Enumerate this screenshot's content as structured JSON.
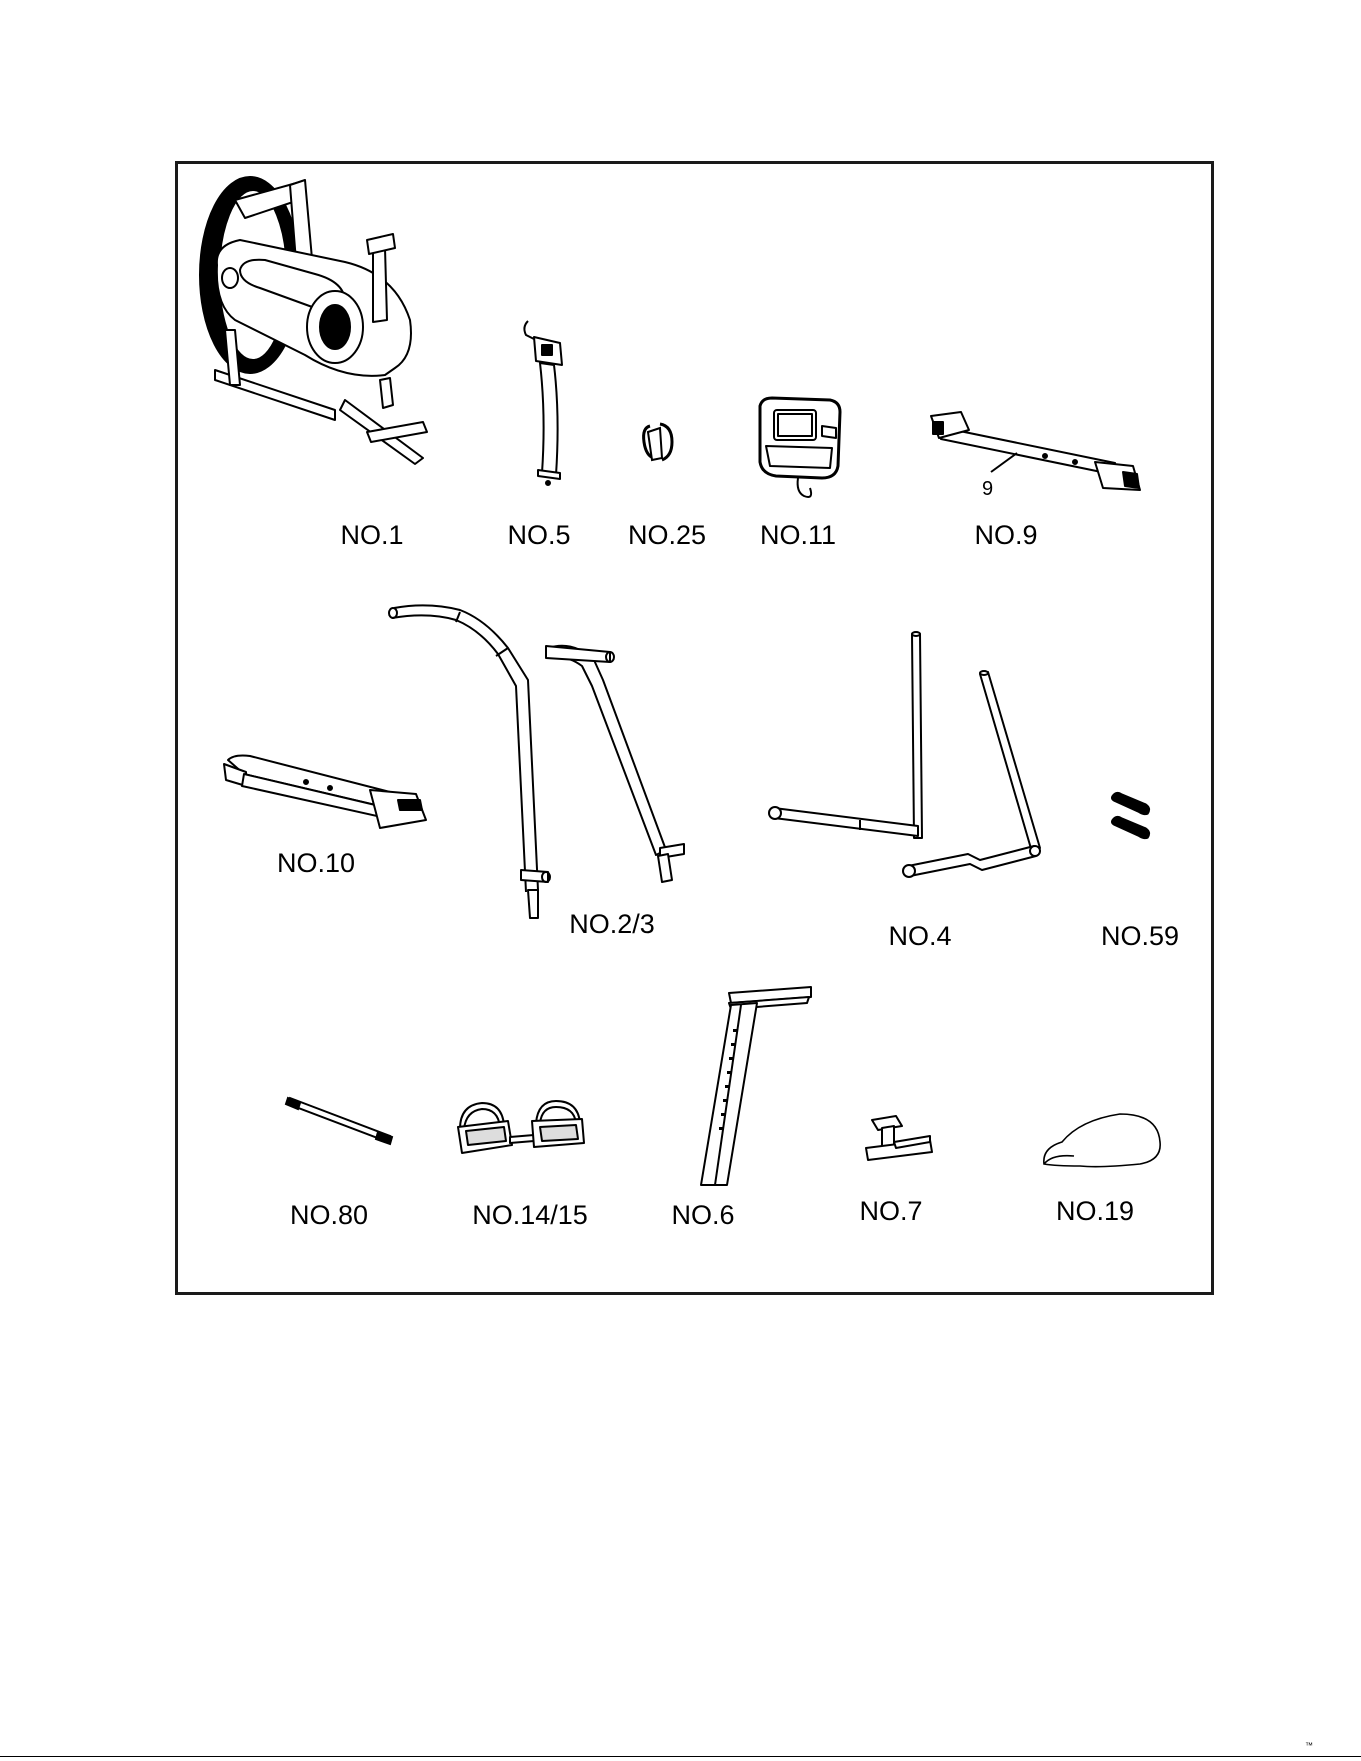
{
  "parts": [
    {
      "id": "part-1",
      "label": "NO.1"
    },
    {
      "id": "part-5",
      "label": "NO.5"
    },
    {
      "id": "part-25",
      "label": "NO.25"
    },
    {
      "id": "part-11",
      "label": "NO.11"
    },
    {
      "id": "part-9",
      "label": "NO.9",
      "callout": "9"
    },
    {
      "id": "part-10",
      "label": "NO.10"
    },
    {
      "id": "part-2-3",
      "label": "NO.2/3"
    },
    {
      "id": "part-4",
      "label": "NO.4"
    },
    {
      "id": "part-59",
      "label": "NO.59"
    },
    {
      "id": "part-80",
      "label": "NO.80"
    },
    {
      "id": "part-14-15",
      "label": "NO.14/15"
    },
    {
      "id": "part-6",
      "label": "NO.6"
    },
    {
      "id": "part-7",
      "label": "NO.7"
    },
    {
      "id": "part-19",
      "label": "NO.19"
    }
  ],
  "footer": {
    "corner_mark": "™"
  }
}
